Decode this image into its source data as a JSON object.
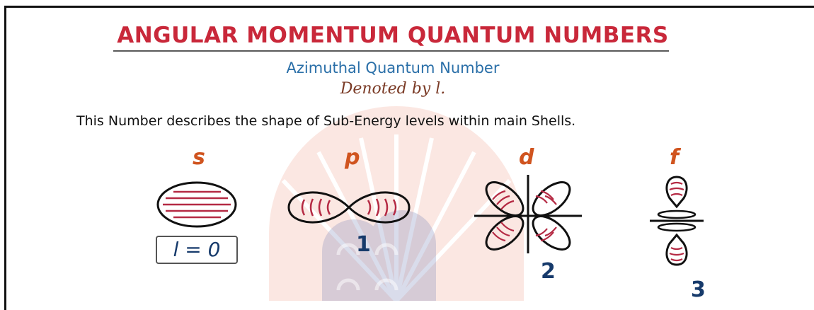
{
  "title": "ANGULAR MOMENTUM QUANTUM NUMBERS",
  "subtitle": "Azimuthal Quantum Number",
  "denoted": "Denoted by l.",
  "description": "This Number describes the shape of Sub-Energy levels within main Shells.",
  "orbitals": [
    {
      "letter": "s",
      "value": "l = 0",
      "shape": "sphere"
    },
    {
      "letter": "p",
      "value": "1",
      "shape": "dumbbell"
    },
    {
      "letter": "d",
      "value": "2",
      "shape": "cloverleaf"
    },
    {
      "letter": "f",
      "value": "3",
      "shape": "multi-lobe"
    }
  ],
  "colors": {
    "title": "#c9283a",
    "subtitle": "#2a6fa8",
    "letters": "#d0541f",
    "numbers": "#163a6b",
    "lobe_lines": "#b52a44",
    "watermark": "#e8502a"
  }
}
